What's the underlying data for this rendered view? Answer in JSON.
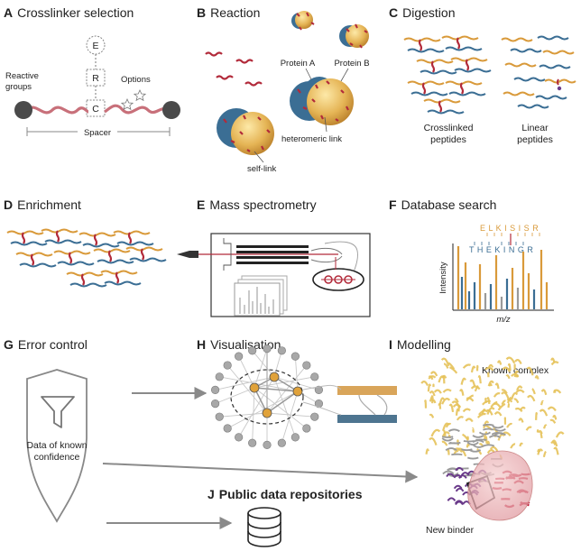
{
  "panels": {
    "A": {
      "letter": "A",
      "title": "Crosslinker selection",
      "labels": {
        "e": "E",
        "r": "R",
        "c": "C",
        "reactive": "Reactive",
        "groups": "groups",
        "options": "Options",
        "spacer": "Spacer"
      }
    },
    "B": {
      "letter": "B",
      "title": "Reaction",
      "labels": {
        "protein_a": "Protein A",
        "protein_b": "Protein B",
        "heteromeric": "heteromeric link",
        "selflink": "self-link"
      }
    },
    "C": {
      "letter": "C",
      "title": "Digestion",
      "labels": {
        "crosslinked1": "Crosslinked",
        "crosslinked2": "peptides",
        "linear1": "Linear",
        "linear2": "peptides"
      }
    },
    "D": {
      "letter": "D",
      "title": "Enrichment"
    },
    "E": {
      "letter": "E",
      "title": "Mass spectrometry"
    },
    "F": {
      "letter": "F",
      "title": "Database search",
      "labels": {
        "seq_top": "E L K I S I S R",
        "seq_bottom": "T H E K I N G R",
        "ylabel": "Intensity",
        "xlabel": "m/z"
      }
    },
    "G": {
      "letter": "G",
      "title": "Error control",
      "labels": {
        "data1": "Data of known",
        "data2": "confidence"
      }
    },
    "H": {
      "letter": "H",
      "title": "Visualisation"
    },
    "I": {
      "letter": "I",
      "title": "Modelling",
      "labels": {
        "known": "Known complex",
        "binder": "New binder"
      }
    },
    "J": {
      "letter": "J",
      "title": "Public data repositories"
    }
  },
  "colors": {
    "orange": "#d99a3a",
    "blue": "#3b6e94",
    "red": "#b22a3a",
    "pink": "#c8707a",
    "gray": "#9a9a9a",
    "dark": "#4a4a4a",
    "yellow": "#e6c25a",
    "purple": "#6a3a8a"
  },
  "icons": [
    "funnel-icon",
    "shield-icon",
    "database-icon",
    "star-icon"
  ]
}
